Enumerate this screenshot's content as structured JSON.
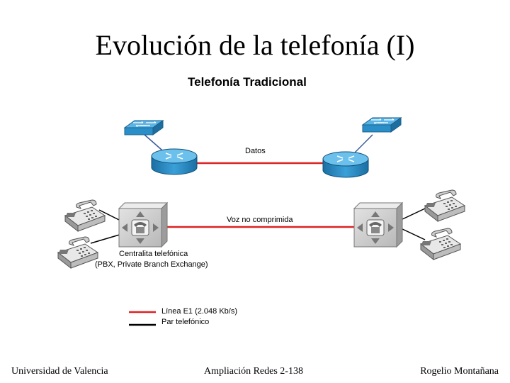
{
  "slide": {
    "title": "Evolución de la telefonía (I)",
    "subtitle": "Telefonía Tradicional"
  },
  "diagram": {
    "link_data_label": "Datos",
    "link_voice_label": "Voz no comprimida",
    "pbx_label_line1": "Centralita telefónica",
    "pbx_label_line2": "(PBX, Private Branch Exchange)",
    "icons": [
      "switch-icon",
      "router-icon",
      "pbx-icon",
      "telephone-icon"
    ],
    "colors": {
      "e1_line": "#dd2222",
      "phone_line": "#000000",
      "device_blue": "#2a8fc8"
    }
  },
  "legend": {
    "items": [
      {
        "label": "Línea E1 (2.048 Kb/s)",
        "color": "#dd2222"
      },
      {
        "label": "Par telefónico",
        "color": "#000000"
      }
    ]
  },
  "footer": {
    "left": "Universidad de Valencia",
    "center": "Ampliación Redes 2-138",
    "right": "Rogelio Montañana"
  }
}
